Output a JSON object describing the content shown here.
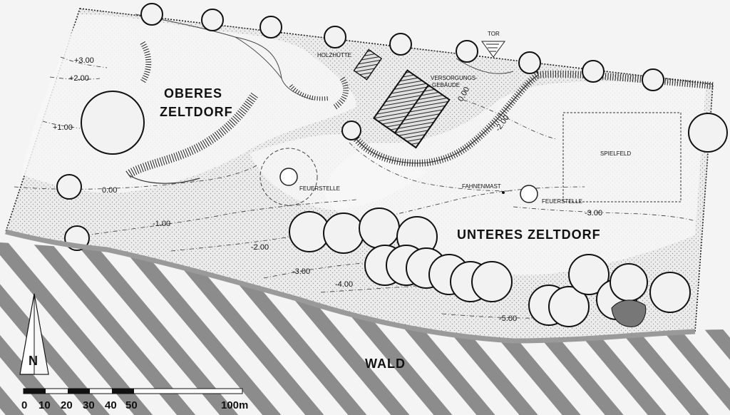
{
  "map": {
    "areas": {
      "upper": [
        "OBERES",
        "ZELTDORF"
      ],
      "lower": "UNTERES ZELTDORF",
      "forest": "WALD"
    },
    "features": {
      "hut": "HOLZHÜTTE",
      "gate": "TOR",
      "supply": [
        "VERSORGUNGS-",
        "GEBÄUDE"
      ],
      "fire1": "FEUERSTELLE",
      "fire2": "FEUERSTELLE",
      "flagpole": "FAHNENMAST",
      "field": "SPIELFELD"
    },
    "contours": {
      "p3": "+3.00",
      "p2": "+2.00",
      "p1": "+1.00",
      "zero_w": "0.00",
      "zero_e": "0.00",
      "m1": "-1.00",
      "m2": "-2.00",
      "m2_e": "-2.00",
      "m3": "-3.00",
      "m3_e": "-3.00",
      "m4": "-4.00",
      "m5": "-5.00"
    },
    "north": "N",
    "scale": {
      "ticks": [
        "0",
        "10",
        "20",
        "30",
        "40",
        "50"
      ],
      "end": "100m"
    },
    "colors": {
      "ink": "#1a1a1a",
      "paper": "#f4f4f4",
      "hatch": "#8c8c8c",
      "forest_edge": "#9a9a9a"
    }
  }
}
